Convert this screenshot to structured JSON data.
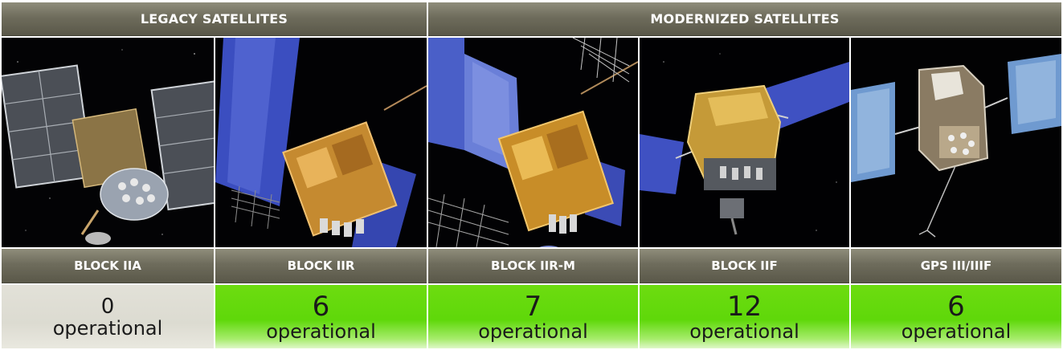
{
  "groups": {
    "legacy": "LEGACY SATELLITES",
    "modernized": "MODERNIZED SATELLITES"
  },
  "blocks": [
    {
      "name": "BLOCK IIA",
      "count": "0",
      "status": "operational"
    },
    {
      "name": "BLOCK IIR",
      "count": "6",
      "status": "operational"
    },
    {
      "name": "BLOCK IIR-M",
      "count": "7",
      "status": "operational"
    },
    {
      "name": "BLOCK IIF",
      "count": "12",
      "status": "operational"
    },
    {
      "name": "GPS III/IIIF",
      "count": "6",
      "status": "operational"
    }
  ],
  "colors": {
    "header_gradient_top": "#8f8d7b",
    "header_gradient_bottom": "#5a5849",
    "active_green": "#5fd80a",
    "inactive_gray": "#dcdbd1",
    "space_black": "#000000",
    "panel_blue": "#3d4fb8",
    "bus_gold": "#c8902e"
  },
  "images": [
    {
      "icon": "block-iia-satellite-image"
    },
    {
      "icon": "block-iir-satellite-image"
    },
    {
      "icon": "block-iir-m-satellite-image"
    },
    {
      "icon": "block-iif-satellite-image"
    },
    {
      "icon": "gps-iii-satellite-image"
    }
  ]
}
